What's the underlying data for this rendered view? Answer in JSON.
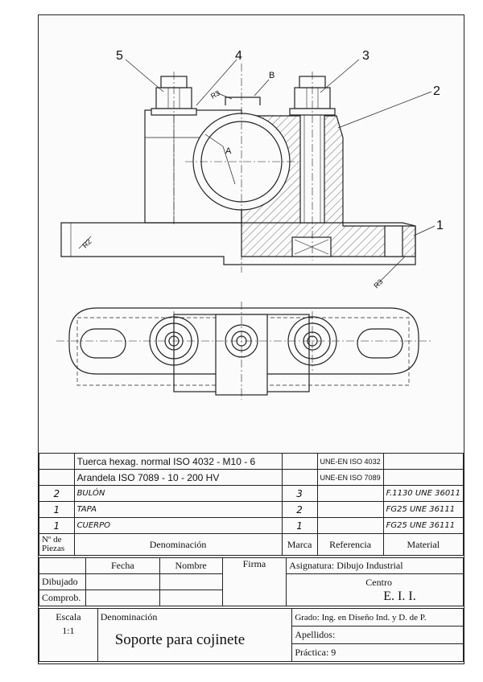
{
  "callouts": {
    "c1": "1",
    "c2": "2",
    "c3": "3",
    "c4": "4",
    "c5": "5",
    "B": "B",
    "A": "A",
    "R2": "R2",
    "R3a": "R3",
    "R3b": "R3"
  },
  "parts": [
    {
      "qty": "",
      "name": "Tuerca hexag. normal ISO 4032 - M10 - 6",
      "mark": "",
      "ref": "UNE-EN ISO 4032",
      "mat": ""
    },
    {
      "qty": "",
      "name": "Arandela ISO 7089 - 10 - 200 HV",
      "mark": "",
      "ref": "UNE-EN ISO 7089",
      "mat": ""
    },
    {
      "qty": "2",
      "name": "BULÓN",
      "mark": "3",
      "ref": "",
      "mat": "F.1130 UNE 36011"
    },
    {
      "qty": "1",
      "name": "TAPA",
      "mark": "2",
      "ref": "",
      "mat": "FG25 UNE 36111"
    },
    {
      "qty": "1",
      "name": "CUERPO",
      "mark": "1",
      "ref": "",
      "mat": "FG25 UNE 36111"
    }
  ],
  "header": {
    "qty": "Nº de Piezas",
    "name": "Denominación",
    "mark": "Marca",
    "ref": "Referencia",
    "mat": "Material"
  },
  "signoff": {
    "fecha": "Fecha",
    "nombre": "Nombre",
    "firma": "Firma",
    "dibujado": "Dibujado",
    "comprob": "Comprob.",
    "asignatura": "Asignatura: Dibujo Industrial",
    "centro_label": "Centro",
    "centro": "E. I. I."
  },
  "title": {
    "escala_label": "Escala",
    "escala": "1:1",
    "denom_label": "Denominación",
    "denom": "Soporte para cojinete",
    "grado": "Grado: Ing. en Diseño Ind. y D. de P.",
    "apellidos": "Apellidos:",
    "practica": "Práctica: 9"
  }
}
